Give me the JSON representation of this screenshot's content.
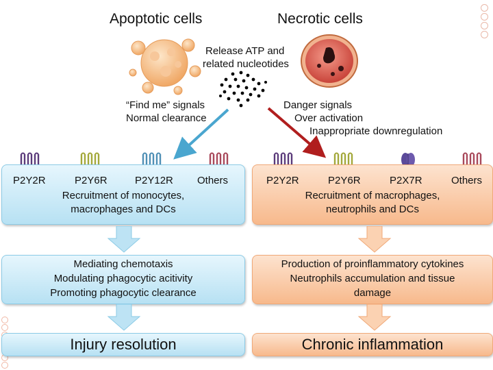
{
  "top": {
    "apoptotic_title": "Apoptotic cells",
    "necrotic_title": "Necrotic cells",
    "release_line1": "Release ATP and",
    "release_line2": "related nucleotides",
    "left_signal_line1": "“Find me” signals",
    "left_signal_line2": "Normal clearance",
    "right_signal_line1": "Danger signals",
    "right_signal_line2": "Over activation",
    "right_signal_line3": "Inappropriate downregulation"
  },
  "left": {
    "receptors": [
      "P2Y2R",
      "P2Y6R",
      "P2Y12R",
      "Others"
    ],
    "recruitment_line1": "Recruitment of monocytes,",
    "recruitment_line2": "macrophages  and DCs",
    "effects": [
      "Mediating chemotaxis",
      "Modulating phagocytic acitivity",
      "Promoting phagocytic clearance"
    ],
    "outcome": "Injury resolution"
  },
  "right": {
    "receptors": [
      "P2Y2R",
      "P2Y6R",
      "P2X7R",
      "Others"
    ],
    "recruitment_line1": "Recruitment of macrophages,",
    "recruitment_line2": "neutrophils and DCs",
    "effects": [
      "Production of proinflammatory cytokines",
      "Neutrophils accumulation and tissue",
      "damage"
    ],
    "outcome": "Chronic inflammation"
  },
  "colors": {
    "blue_arrow": "#4aa6cf",
    "red_arrow": "#b01e1e",
    "left_panel": "#c6e8f6",
    "right_panel": "#f9c9a4"
  }
}
